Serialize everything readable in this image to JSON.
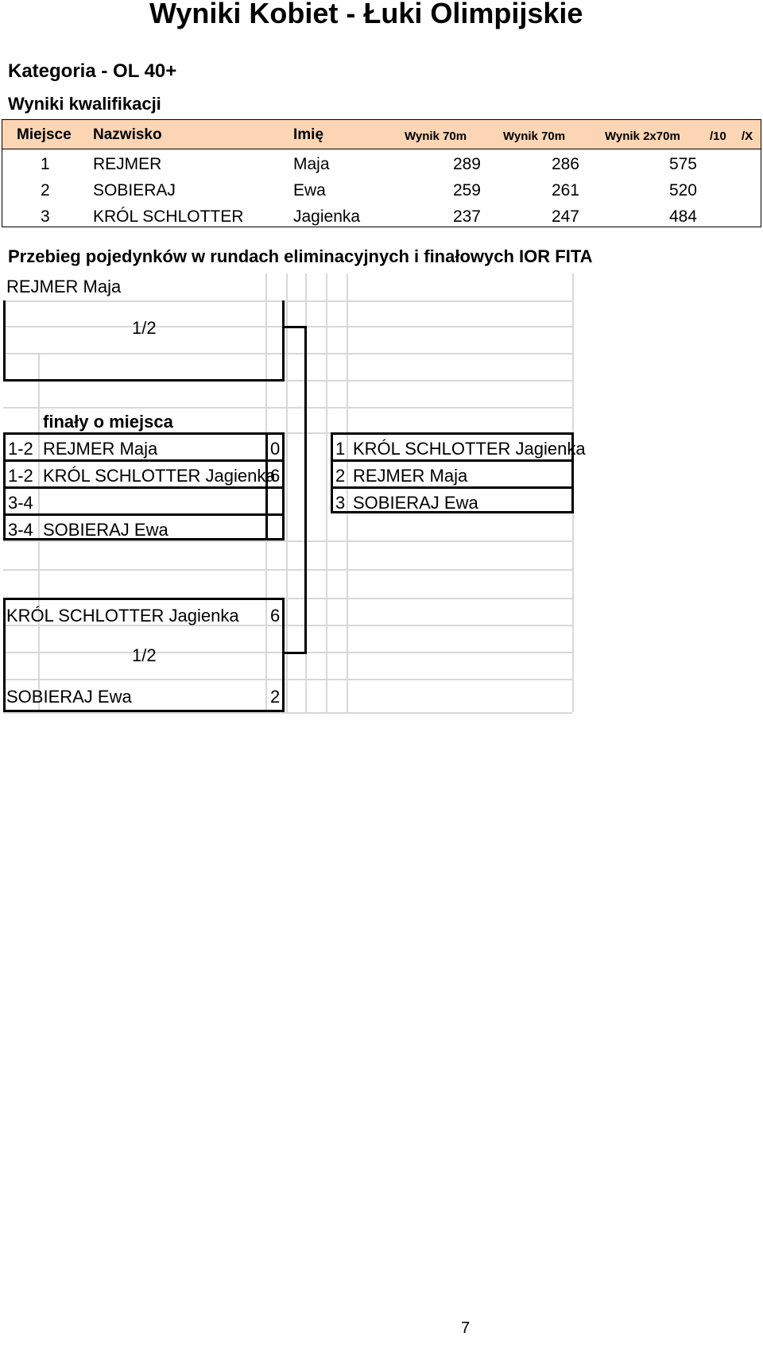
{
  "page": {
    "title": "Wyniki Kobiet - Łuki Olimpijskie",
    "category": "Kategoria - OL 40+",
    "subtitle": "Wyniki kwalifikacji",
    "page_number": "7"
  },
  "qualification": {
    "headers": {
      "place": "Miejsce",
      "surname": "Nazwisko",
      "name": "Imię",
      "score1": "Wynik 70m",
      "score2": "Wynik 70m",
      "total": "Wynik 2x70m",
      "tens": "/10",
      "x": "/X"
    },
    "rows": [
      {
        "place": "1",
        "surname": "REJMER",
        "name": "Maja",
        "score1": "289",
        "score2": "286",
        "total": "575"
      },
      {
        "place": "2",
        "surname": "SOBIERAJ",
        "name": "Ewa",
        "score1": "259",
        "score2": "261",
        "total": "520"
      },
      {
        "place": "3",
        "surname": "KRÓL SCHLOTTER",
        "name": "Jagienka",
        "score1": "237",
        "score2": "247",
        "total": "484"
      }
    ]
  },
  "bracket": {
    "heading": "Przebieg pojedynków w rundach eliminacyjnych i finałowych IOR FITA",
    "semi1": {
      "top": "REJMER Maja",
      "round": "1/2",
      "top_score": ""
    },
    "semi2": {
      "top": "KRÓL SCHLOTTER Jagienka",
      "top_score": "6",
      "round": "1/2",
      "bottom": "SOBIERAJ Ewa",
      "bottom_score": "2"
    },
    "finals_title": "finały o miejsca",
    "finals": [
      {
        "place": "1-2",
        "name": "REJMER Maja",
        "score": "0"
      },
      {
        "place": "1-2",
        "name": "KRÓL SCHLOTTER Jagienka",
        "score": "6"
      },
      {
        "place": "3-4",
        "name": "",
        "score": ""
      },
      {
        "place": "3-4",
        "name": "SOBIERAJ Ewa",
        "score": ""
      }
    ],
    "results": [
      {
        "place": "1",
        "name": "KRÓL SCHLOTTER Jagienka"
      },
      {
        "place": "2",
        "name": "REJMER Maja"
      },
      {
        "place": "3",
        "name": "SOBIERAJ Ewa"
      }
    ]
  }
}
